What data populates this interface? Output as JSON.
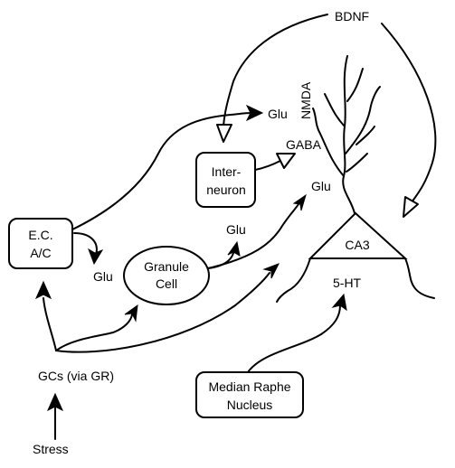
{
  "labels": {
    "bdnf": "BDNF",
    "nmda": "NMDA",
    "glu_top": "Glu",
    "gaba": "GABA",
    "glu_ca3": "Glu",
    "glu_granule": "Glu",
    "glu_left": "Glu",
    "ec_line1": "E.C.",
    "ec_line2": "A/C",
    "interneuron_line1": "Inter-",
    "interneuron_line2": "neuron",
    "granule_line1": "Granule",
    "granule_line2": "Cell",
    "ca3": "CA3",
    "serotonin": "5-HT",
    "gcs": "GCs (via GR)",
    "raphe_line1": "Median Raphe",
    "raphe_line2": "Nucleus",
    "stress": "Stress"
  }
}
